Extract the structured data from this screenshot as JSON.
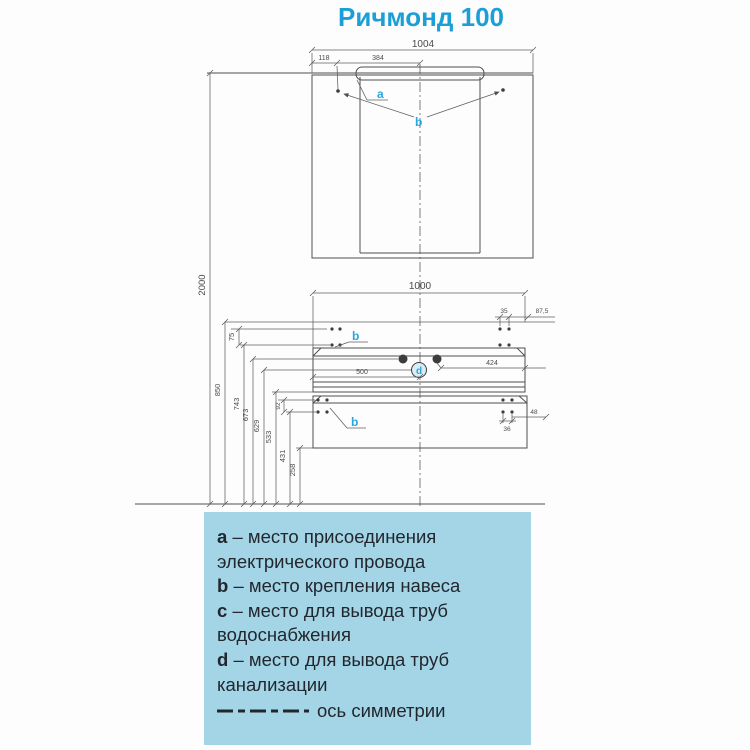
{
  "title": "Ричмонд 100",
  "colors": {
    "accent_blue": "#1b9fd6",
    "marker_blue": "#2aa7dc",
    "legend_bg": "#a3d5e7",
    "legend_text": "#22272e",
    "line_gray": "#4f4f4f"
  },
  "drawing": {
    "marker_a": "a",
    "marker_b": "b",
    "marker_d": "d",
    "dims": {
      "mirror_width": "1004",
      "lamp_left": "118",
      "lamp_half": "384",
      "total_height": "2000",
      "cabinet_width": "1000",
      "h_850": "850",
      "h_743": "743",
      "h_673": "673",
      "h_629": "629",
      "h_533": "533",
      "h_431": "431",
      "h_258": "258",
      "bracket_rows_top": "75",
      "bracket_rows_bottom": "92",
      "top_bracket_gap": "35",
      "top_bracket_edge": "87,5",
      "drain_offset": "424",
      "supply_center": "500",
      "bottom_bracket_gap": "36",
      "bottom_bracket_edge": "48"
    }
  },
  "legend": {
    "items": [
      {
        "key": "a",
        "text": "– место присоединения электрического провода"
      },
      {
        "key": "b",
        "text": "– место крепления навеса"
      },
      {
        "key": "c",
        "text": "– место для вывода труб водоснабжения"
      },
      {
        "key": "d",
        "text": "– место для вывода труб канализации"
      }
    ],
    "symmetry_label": "ось симметрии"
  }
}
